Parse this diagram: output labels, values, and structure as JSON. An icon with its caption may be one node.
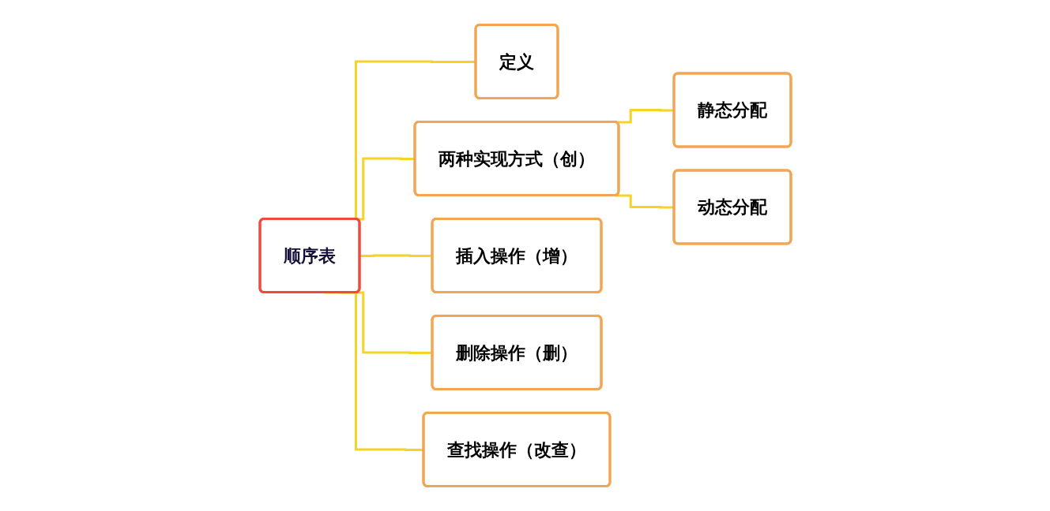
{
  "diagram": {
    "nodes": [
      {
        "text": [
          "顺序表"
        ]
      },
      {
        "text": [
          "定义"
        ]
      },
      {
        "text": [
          "两种实现方式（创）"
        ]
      },
      {
        "text": [
          "插入操作（增）"
        ]
      },
      {
        "text": [
          "删除操作（删）"
        ]
      },
      {
        "text": [
          "查找操作（改查）"
        ]
      },
      {
        "text": [
          "静态分配"
        ]
      },
      {
        "text": [
          "动态分配"
        ]
      }
    ],
    "edges": [
      {
        "from": 0,
        "to": 1,
        "arrow": "none"
      },
      {
        "from": 0,
        "to": 2,
        "arrow": "none"
      },
      {
        "from": 0,
        "to": 3,
        "arrow": "none"
      },
      {
        "from": 0,
        "to": 4,
        "arrow": "none"
      },
      {
        "from": 0,
        "to": 5,
        "arrow": "none"
      },
      {
        "from": 2,
        "to": 6,
        "arrow": "none"
      },
      {
        "from": 2,
        "to": 7,
        "arrow": "none"
      }
    ]
  }
}
